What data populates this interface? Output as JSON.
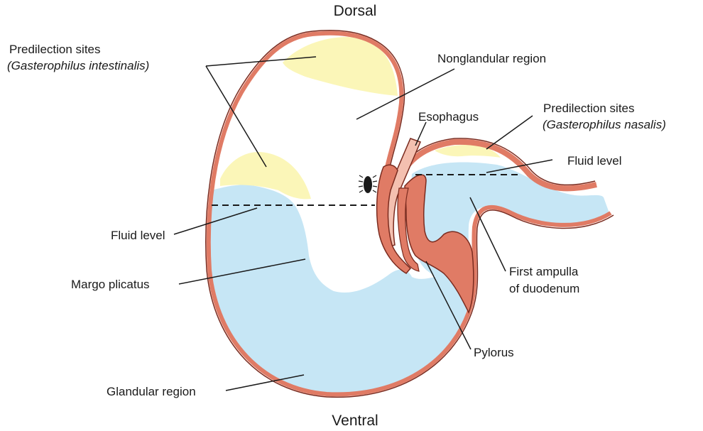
{
  "orientation": {
    "top": "Dorsal",
    "bottom": "Ventral"
  },
  "labels": {
    "predilection_intestinalis_line1": "Predilection sites",
    "predilection_intestinalis_line2": "(Gasterophilus intestinalis)",
    "nonglandular": "Nonglandular region",
    "esophagus": "Esophagus",
    "predilection_nasalis_line1": "Predilection sites",
    "predilection_nasalis_line2": "(Gasterophilus nasalis)",
    "fluid_level_right": "Fluid level",
    "fluid_level_left": "Fluid level",
    "margo_plicatus": "Margo plicatus",
    "first_ampulla_line1": "First ampulla",
    "first_ampulla_line2": "of duodenum",
    "pylorus": "Pylorus",
    "glandular": "Glandular region"
  },
  "colors": {
    "wall": "#e07b65",
    "outline": "#7a2b1f",
    "fluid": "#c6e6f5",
    "predilection": "#fbf6b8",
    "leader": "#1a1a1a"
  }
}
